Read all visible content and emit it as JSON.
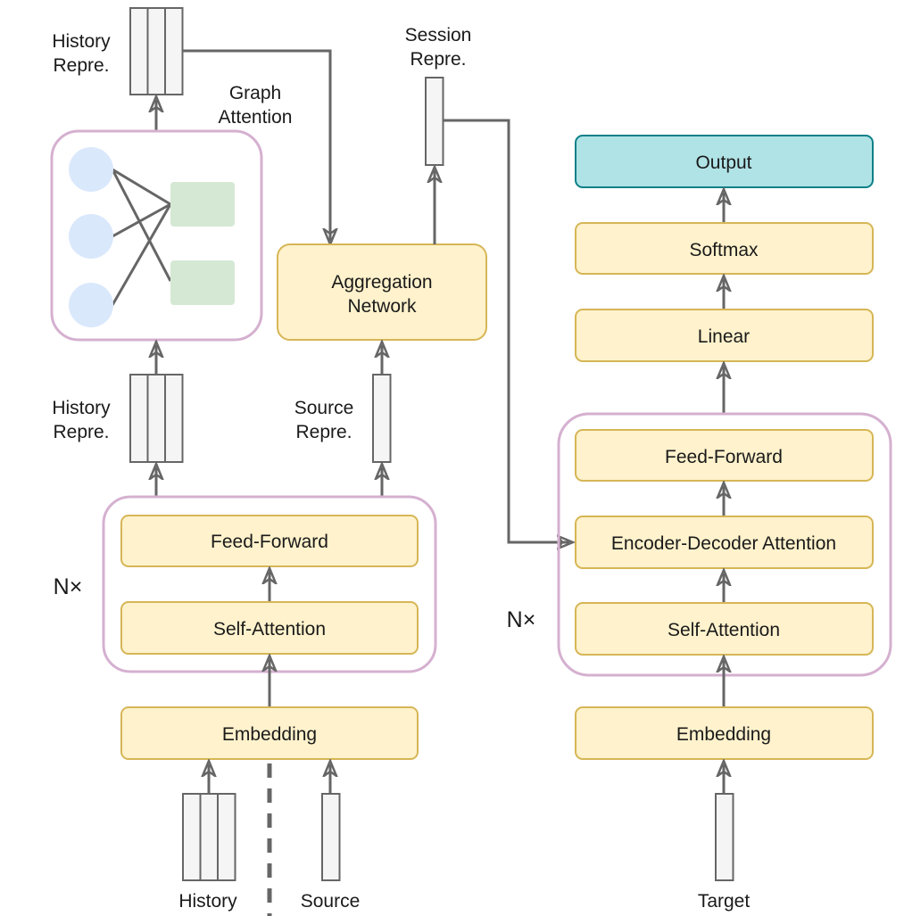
{
  "labels": {
    "history_repr_top": [
      "History",
      "Repre."
    ],
    "graph_attention": [
      "Graph",
      "Attention"
    ],
    "session_repr": [
      "Session",
      "Repre."
    ],
    "aggregation_network": [
      "Aggregation",
      "Network"
    ],
    "history_repr_mid": [
      "History",
      "Repre."
    ],
    "source_repr": [
      "Source",
      "Repre."
    ],
    "encoder_n": "N×",
    "decoder_n": "N×",
    "history_input": "History",
    "source_input": "Source",
    "target_input": "Target"
  },
  "encoder": {
    "feed_forward": "Feed-Forward",
    "self_attention": "Self-Attention",
    "embedding": "Embedding"
  },
  "decoder": {
    "output": "Output",
    "softmax": "Softmax",
    "linear": "Linear",
    "feed_forward": "Feed-Forward",
    "enc_dec_attention": "Encoder-Decoder Attention",
    "self_attention": "Self-Attention",
    "embedding": "Embedding"
  },
  "colors": {
    "block_fill": "#fff2cc",
    "block_stroke": "#d6b656",
    "output_fill": "#b0e3e6",
    "output_stroke": "#0e8088",
    "group_stroke": "#d5b0d0",
    "graph_node_left": "#dae8fc",
    "graph_node_right": "#d5e8d4",
    "arrow": "#666666"
  }
}
